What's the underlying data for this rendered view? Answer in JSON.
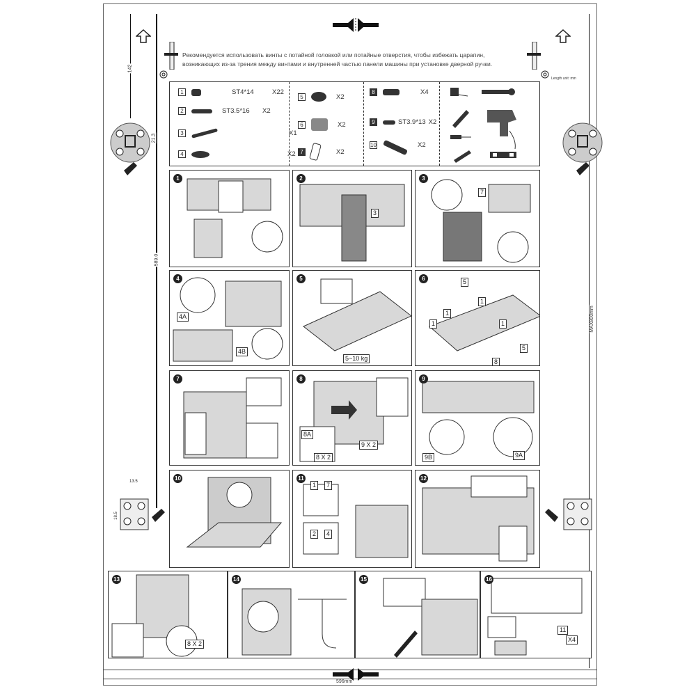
{
  "note": {
    "text_line1": "Рекомендуется использовать винты с потайной головкой или потайные отверстия, чтобы избежать царапин,",
    "text_line2": "возникающих из-за трения между винтами и внутренней частью панели машины при установке дверной ручки."
  },
  "length_unit": "Length unit: mm",
  "dimensions": {
    "top_offset": "142",
    "hinge_spacing": "21.3",
    "panel_height": "589.0",
    "max_height": "MAX800mm",
    "width": "596mm",
    "bottom_hinge_x": "13.5",
    "bottom_hinge_y": "18.5"
  },
  "parts": [
    {
      "num": "1",
      "icon": "screw-icon",
      "spec": "ST4*14",
      "qty": "X22"
    },
    {
      "num": "2",
      "icon": "long-screw-icon",
      "spec": "ST3.5*16",
      "qty": "X2"
    },
    {
      "num": "3",
      "icon": "tool-key-icon",
      "spec": "",
      "qty": "X1"
    },
    {
      "num": "4",
      "icon": "cap-icon",
      "spec": "",
      "qty": "X2"
    },
    {
      "num": "5",
      "icon": "foot-pad-icon",
      "spec": "",
      "qty": "X2"
    },
    {
      "num": "6",
      "icon": "bracket-icon",
      "spec": "",
      "qty": "X2"
    },
    {
      "num": "7",
      "icon": "plate-icon",
      "spec": "",
      "qty": "X2"
    },
    {
      "num": "8",
      "icon": "bushing-icon",
      "spec": "",
      "qty": "X4"
    },
    {
      "num": "9",
      "icon": "screw-icon",
      "spec": "ST3.9*13",
      "qty": "X2"
    },
    {
      "num": "10",
      "icon": "hinge-spring-icon",
      "spec": "",
      "qty": "X2"
    }
  ],
  "tools": [
    "tape-measure-icon",
    "wrench-icon",
    "pliers-icon",
    "drill-icon",
    "flat-screwdriver-icon",
    "phillips-screwdriver-icon",
    "spirit-level-icon"
  ],
  "steps": [
    {
      "num": "1",
      "callouts": []
    },
    {
      "num": "2",
      "callouts": [
        "3"
      ]
    },
    {
      "num": "3",
      "callouts": [
        "7"
      ]
    },
    {
      "num": "4",
      "callouts": [
        "4A",
        "4B"
      ]
    },
    {
      "num": "5",
      "callouts": [
        "5~10 kg"
      ]
    },
    {
      "num": "6",
      "callouts": [
        "5",
        "1",
        "1",
        "1",
        "1",
        "5",
        "8"
      ]
    },
    {
      "num": "7",
      "callouts": []
    },
    {
      "num": "8",
      "callouts": [
        "8A",
        "9 X 2",
        "8 X 2"
      ]
    },
    {
      "num": "9",
      "callouts": [
        "9B",
        "9A"
      ]
    },
    {
      "num": "10",
      "callouts": []
    },
    {
      "num": "11",
      "callouts": [
        "1",
        "7",
        "2",
        "4"
      ]
    },
    {
      "num": "12",
      "callouts": []
    },
    {
      "num": "13",
      "callouts": [
        "8 X 2"
      ]
    },
    {
      "num": "14",
      "callouts": []
    },
    {
      "num": "15",
      "callouts": []
    },
    {
      "num": "16",
      "callouts": [
        "11",
        "X4"
      ]
    }
  ]
}
